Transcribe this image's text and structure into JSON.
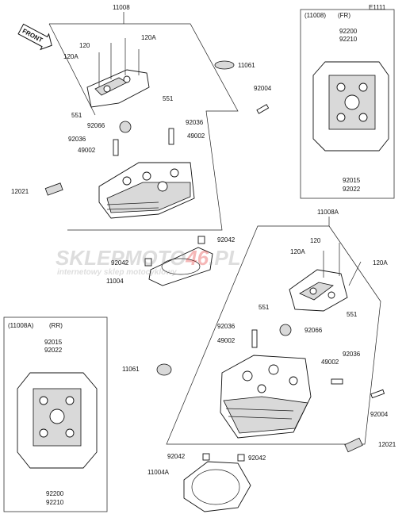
{
  "diagram": {
    "front_label": "FRONT",
    "catalog_code": "E1111",
    "inset_fr": {
      "title": "(11008)",
      "tag": "(FR)",
      "top": [
        "92200",
        "92210"
      ],
      "bottom": [
        "92015",
        "92022"
      ]
    },
    "inset_rr": {
      "title": "(11008A)",
      "tag": "(RR)",
      "top": [
        "92015",
        "92022"
      ],
      "bottom": [
        "92200",
        "92210"
      ]
    },
    "parts_upper": {
      "head": "11008",
      "bolt_a": "120",
      "bolt_a_var": "120A",
      "bolt_a_var2": "120A",
      "gasket_cover": "11061",
      "dowel": "551",
      "dowel_2": "551",
      "stud": "92004",
      "plug": "92036",
      "plug_2": "92036",
      "seal": "92066",
      "guide": "49002",
      "guide_2": "49002",
      "cap": "12021",
      "pin": "92042",
      "pin_2": "92042",
      "gasket_head": "11004"
    },
    "parts_lower": {
      "head": "11008A",
      "bolt_a": "120",
      "bolt_a_var": "120A",
      "bolt_a_var2": "120A",
      "dowel": "551",
      "dowel_2": "551",
      "plug": "92036",
      "plug_2": "92036",
      "seal": "92066",
      "guide": "49002",
      "guide_2": "49002",
      "gasket_cover": "11061",
      "stud": "92004",
      "cap": "12021",
      "pin": "92042",
      "pin_2": "92042",
      "gasket_head": "11004A"
    }
  },
  "watermark": {
    "brand_a": "SKLEP",
    "brand_b": "MOTO",
    "brand_c": "46",
    "brand_d": ".PL",
    "tagline": "internetowy sklep motocyklowy"
  }
}
